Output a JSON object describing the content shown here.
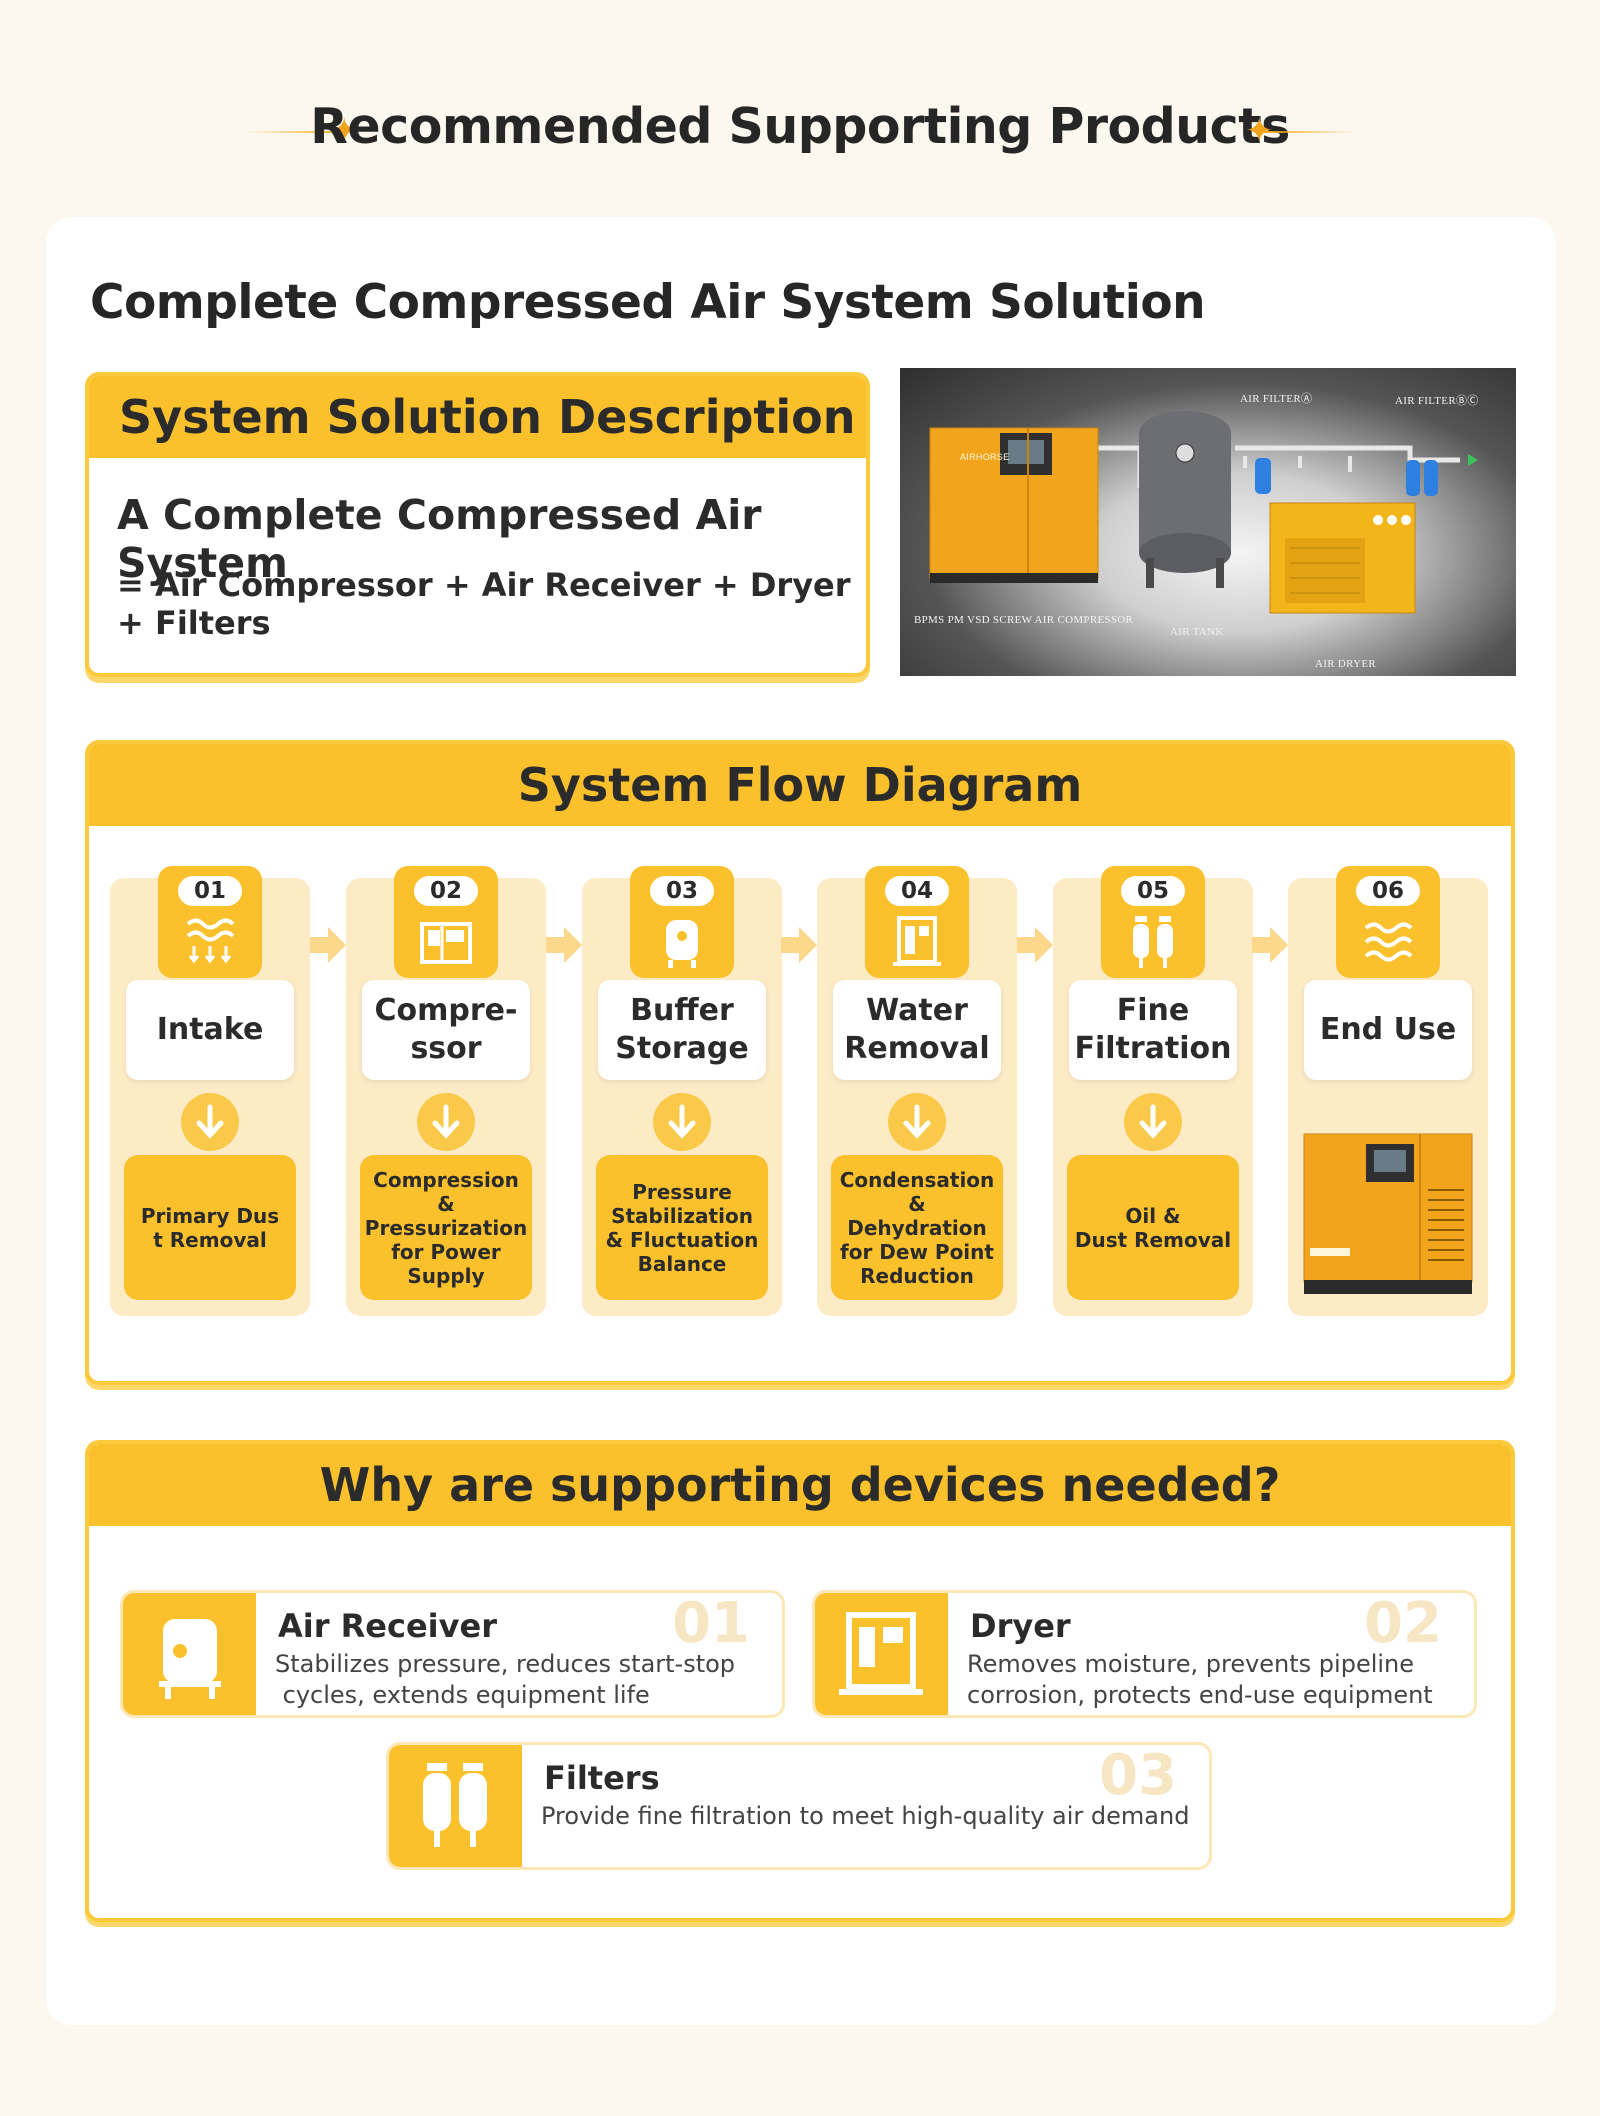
{
  "header": {
    "title": "Recommended Supporting Products"
  },
  "main_title": "Complete Compressed Air System Solution",
  "description": {
    "heading": "System Solution Description",
    "line1": "A Complete Compressed Air System",
    "line2": "= Air Compressor + Air Receiver + Dryer + Filters"
  },
  "system_image": {
    "labels": {
      "filter_a": "AIR FILTERⒶ",
      "filter_bc": "AIR FILTERⒷⒸ",
      "compressor": "BPMS PM VSD SCREW AIR COMPRESSOR",
      "tank": "AIR TANK",
      "dryer": "AIR DRYER"
    },
    "brand": "AIRHORSE"
  },
  "flow": {
    "heading": "System Flow Diagram",
    "steps": [
      {
        "num": "01",
        "name": "Intake",
        "desc": "Primary Dus\nt Removal",
        "icon": "air-intake-icon"
      },
      {
        "num": "02",
        "name": "Compre-\nssor",
        "desc": "Compression &\nPressurization\nfor Power Supply",
        "icon": "compressor-icon"
      },
      {
        "num": "03",
        "name": "Buffer\nStorage",
        "desc": "Pressure\nStabilization\n& Fluctuation\nBalance",
        "icon": "air-tank-icon"
      },
      {
        "num": "04",
        "name": "Water\nRemoval",
        "desc": "Condensation &\nDehydration\nfor Dew Point\nReduction",
        "icon": "dryer-icon"
      },
      {
        "num": "05",
        "name": "Fine\nFiltration",
        "desc": "Oil &\nDust Removal",
        "icon": "filter-icon"
      },
      {
        "num": "06",
        "name": "End Use",
        "desc": "",
        "icon": "air-flow-icon"
      }
    ]
  },
  "why": {
    "heading": "Why are supporting devices needed?",
    "items": [
      {
        "num": "01",
        "title": "Air Receiver",
        "text": "Stabilizes pressure, reduces start-stop\n cycles, extends equipment life",
        "icon": "air-receiver-icon"
      },
      {
        "num": "02",
        "title": "Dryer",
        "text": "Removes moisture, prevents pipeline\ncorrosion, protects end-use equipment",
        "icon": "dryer-icon"
      },
      {
        "num": "03",
        "title": "Filters",
        "text": "Provide fine filtration to meet high-quality air demand",
        "icon": "filters-icon"
      }
    ]
  },
  "colors": {
    "accent": "#fbc12c",
    "accent_light": "#fdebc6",
    "background": "#fdf8ef"
  }
}
